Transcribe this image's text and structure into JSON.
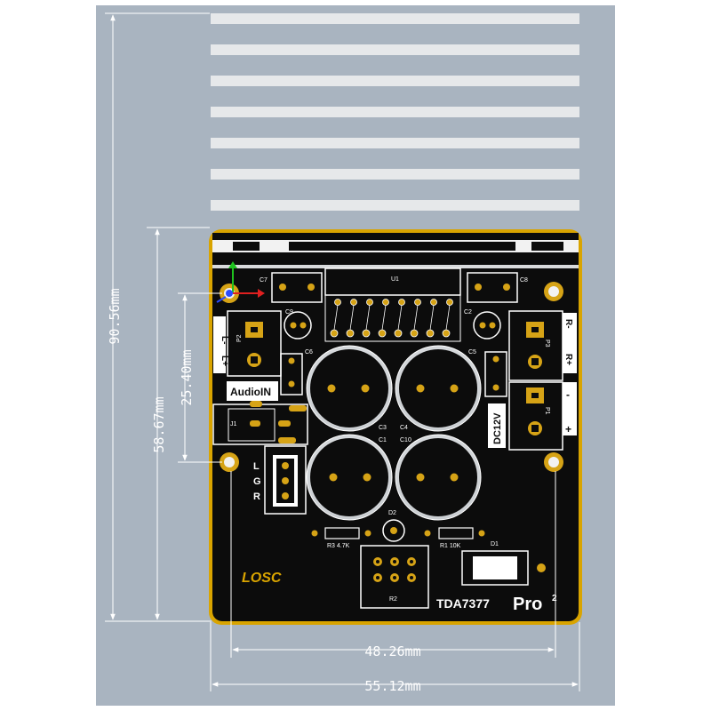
{
  "dimensions": {
    "total_height": "90.56mm",
    "board_height": "58.67mm",
    "hole_spacing_v": "25.40mm",
    "hole_spacing_h": "48.26mm",
    "board_width": "55.12mm"
  },
  "silkscreen": {
    "u1": "U1",
    "c7": "C7",
    "c8": "C8",
    "c9": "C9",
    "c2": "C2",
    "c6": "C6",
    "c5": "C5",
    "c3": "C3",
    "c4": "C4",
    "c1": "C1",
    "c10": "C10",
    "p2": "P2",
    "p3": "P3",
    "p1": "P1",
    "j1": "J1",
    "d2": "D2",
    "d1": "D1",
    "r2": "R2",
    "r3": "R3 4.7K",
    "r1": "R1 10K",
    "l_minus": "L-",
    "l_plus": "L+",
    "r_minus": "R-",
    "r_plus": "R+",
    "minus": "-",
    "plus": "+",
    "audio_in": "AudioIN",
    "dc12v": "DC12V",
    "lgr_l": "L",
    "lgr_g": "G",
    "lgr_r": "R",
    "logo": "LOSC",
    "model": "TDA7377",
    "model_suffix": "Pro",
    "model_sup": "2"
  },
  "colors": {
    "background": "#a9b4c0",
    "board": "#0c0c0c",
    "board_edge": "#d9a400",
    "pad": "#d6a316",
    "silk": "#ffffff",
    "fin": "#e6e8ea",
    "logo": "#d9a400"
  }
}
